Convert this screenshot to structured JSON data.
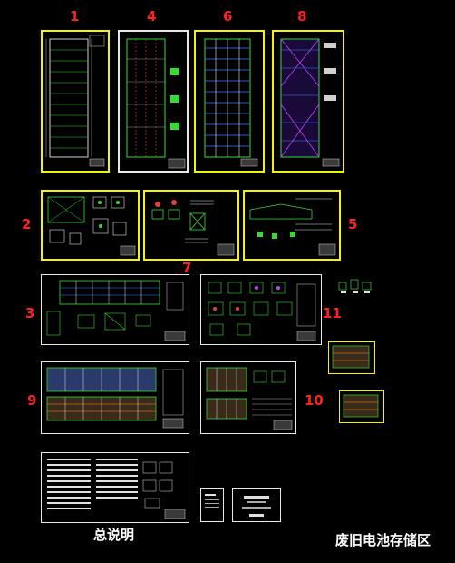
{
  "sheet_numbers": {
    "n1": "1",
    "n4": "4",
    "n6": "6",
    "n8": "8",
    "n2": "2",
    "n5": "5",
    "n7": "7",
    "n3": "3",
    "n11": "11",
    "n9": "9",
    "n10": "10"
  },
  "captions": {
    "general_notes": "总说明",
    "project_title": "废旧电池存储区"
  },
  "colors": {
    "background": "#000000",
    "sheet_border": "#f5f500",
    "sheet_number": "#ff2020",
    "caption": "#ffffff"
  }
}
